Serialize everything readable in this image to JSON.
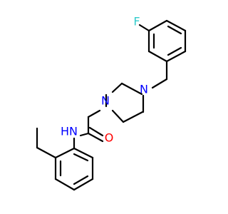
{
  "molecule": {
    "atom_labels": {
      "fluorine": "F",
      "piperazine_n_top": "N",
      "piperazine_n_bottom": "N",
      "amide_nitrogen": "N",
      "amide_hydrogen": "H",
      "carbonyl_oxygen": "O"
    },
    "colors": {
      "bond": "#000000",
      "nitrogen": "#0000ff",
      "oxygen": "#ff0000",
      "fluorine": "#33cccc"
    }
  }
}
